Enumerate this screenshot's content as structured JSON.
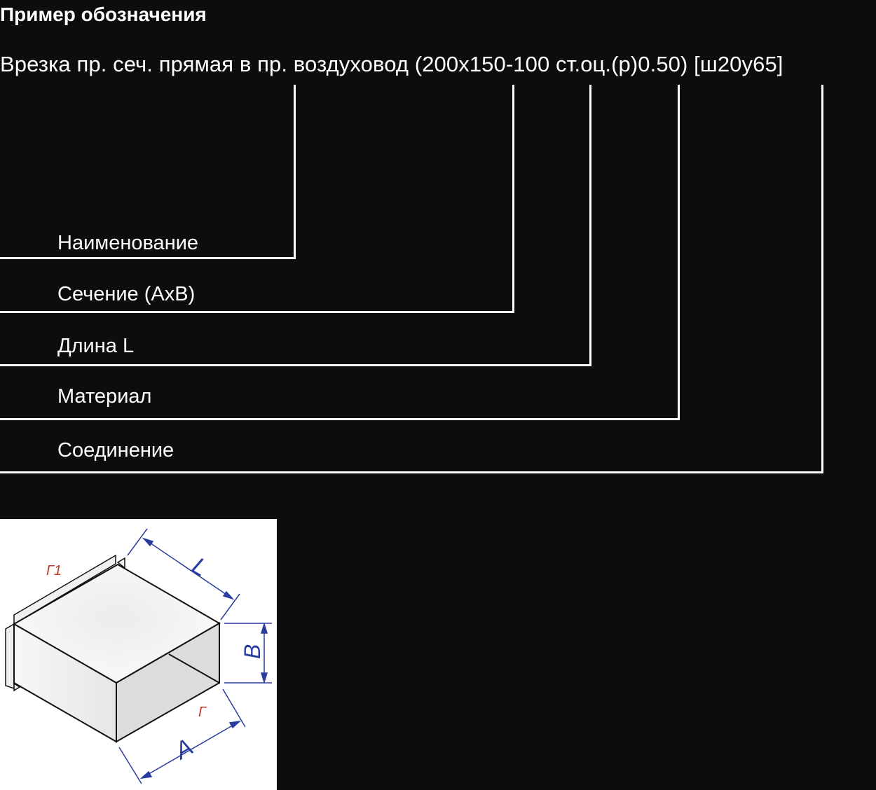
{
  "header": {
    "title": "Пример обозначения"
  },
  "example": {
    "designation": "Врезка пр. сеч. прямая в пр. воздуховод (200x150-100 ст.оц.(р)0.50) [ш20у65]"
  },
  "legend": {
    "items": [
      {
        "label": "Наименование"
      },
      {
        "label": "Сечение (AxB)"
      },
      {
        "label": "Длина L"
      },
      {
        "label": "Материал"
      },
      {
        "label": "Соединение"
      }
    ]
  },
  "figure": {
    "dimension_labels": {
      "length": "L",
      "height": "B",
      "width": "A",
      "flange_1": "Г1",
      "flange": "Г"
    },
    "colors": {
      "dimension": "#2a3d9e",
      "flange_label": "#c0392b",
      "outline": "#111111"
    }
  }
}
